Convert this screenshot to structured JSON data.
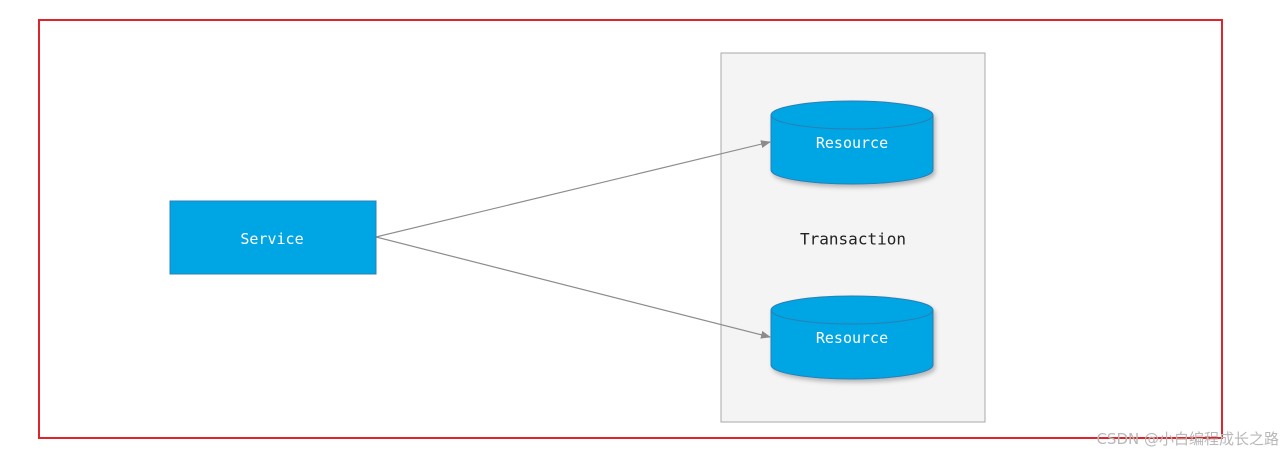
{
  "diagram": {
    "service": {
      "label": "Service"
    },
    "transaction": {
      "label": "Transaction"
    },
    "resources": [
      {
        "label": "Resource"
      },
      {
        "label": "Resource"
      }
    ],
    "edges": [
      {
        "from": "service",
        "to": "resource-1"
      },
      {
        "from": "service",
        "to": "resource-2"
      }
    ]
  },
  "watermark": "CSDN @小白编程成长之路",
  "colors": {
    "frame_border": "#e0242b",
    "node_fill": "#00a5e3",
    "node_stroke": "#2b7fb5",
    "container_fill": "#f4f4f4",
    "container_stroke": "#a8a8a8",
    "arrow": "#8c8c8c"
  }
}
